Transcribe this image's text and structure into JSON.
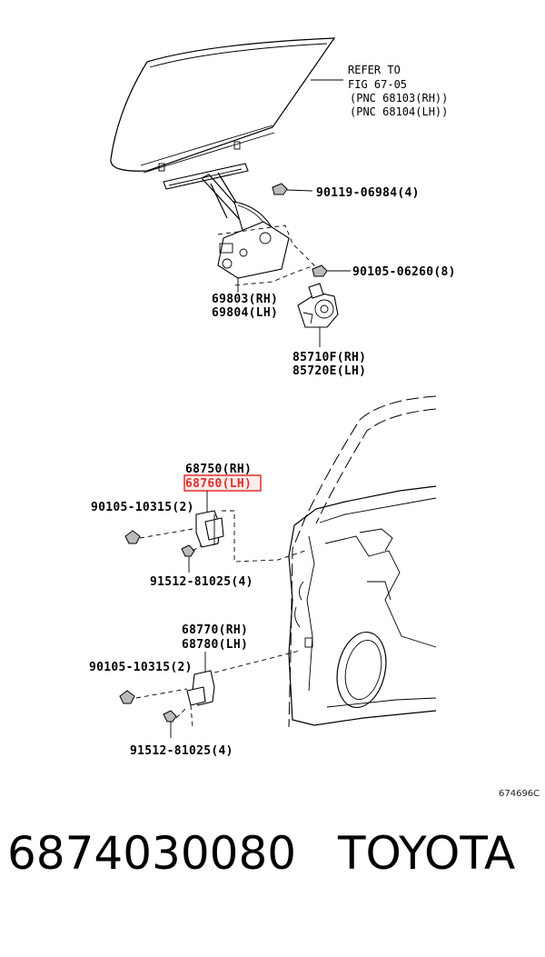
{
  "diagram": {
    "refer_lines": [
      "REFER TO",
      "FIG 67-05",
      "(PNC 68103(RH))",
      "(PNC 68104(LH))"
    ],
    "callouts": {
      "bolt_upper": "90119-06984(4)",
      "bolt_mid": "90105-06260(8)",
      "regulator_rh": "69803(RH)",
      "regulator_lh": "69804(LH)",
      "motor_rh": "85710F(RH)",
      "motor_lh": "85720E(LH)",
      "upper_hinge_rh": "68750(RH)",
      "upper_hinge_lh": "68760(LH)",
      "upper_bolt": "90105-10315(2)",
      "upper_pin_bolt": "91512-81025(4)",
      "lower_hinge_rh": "68770(RH)",
      "lower_hinge_lh": "68780(LH)",
      "lower_bolt": "90105-10315(2)",
      "lower_pin_bolt": "91512-81025(4)"
    },
    "illustration_code": "674696C",
    "highlight_color": "#e0302a"
  },
  "footer": {
    "part_number": "6874030080",
    "brand": "TOYOTA"
  }
}
